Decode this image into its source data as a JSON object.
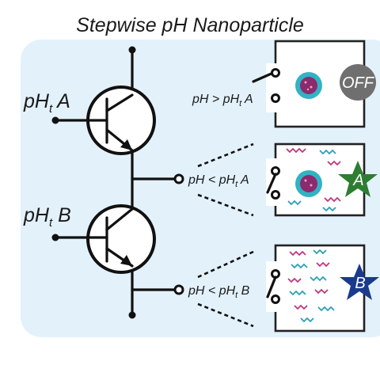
{
  "title": "Stepwise pH Nanoparticle",
  "inputs": {
    "transistor_a_label": {
      "main": "pH",
      "sub": "t",
      "tail": " A"
    },
    "transistor_b_label": {
      "main": "pH",
      "sub": "t",
      "tail": " B"
    }
  },
  "conditions": [
    {
      "main": "pH > pH",
      "sub": "t",
      "tail": " A"
    },
    {
      "main": "pH < pH",
      "sub": "t",
      "tail": " A"
    },
    {
      "main": "pH < pH",
      "sub": "t",
      "tail": " B"
    }
  ],
  "states": [
    {
      "badge": "OFF",
      "badge_color": "#6f6f6f",
      "badge_shape": "circle"
    },
    {
      "badge": "A",
      "badge_color": "#2e7d32",
      "badge_shape": "star"
    },
    {
      "badge": "B",
      "badge_color": "#1a3a8c",
      "badge_shape": "star"
    }
  ],
  "colors": {
    "panel": "#e3f1fb",
    "strand_magenta": "#c2367f",
    "strand_cyan": "#2aa0b5",
    "particle_shell": "#31b3c4",
    "particle_core": "#8b2a6c"
  },
  "icons": [
    "transistor-symbol",
    "switch-symbol",
    "nanoparticle-icon",
    "polymer-strand-icon"
  ]
}
